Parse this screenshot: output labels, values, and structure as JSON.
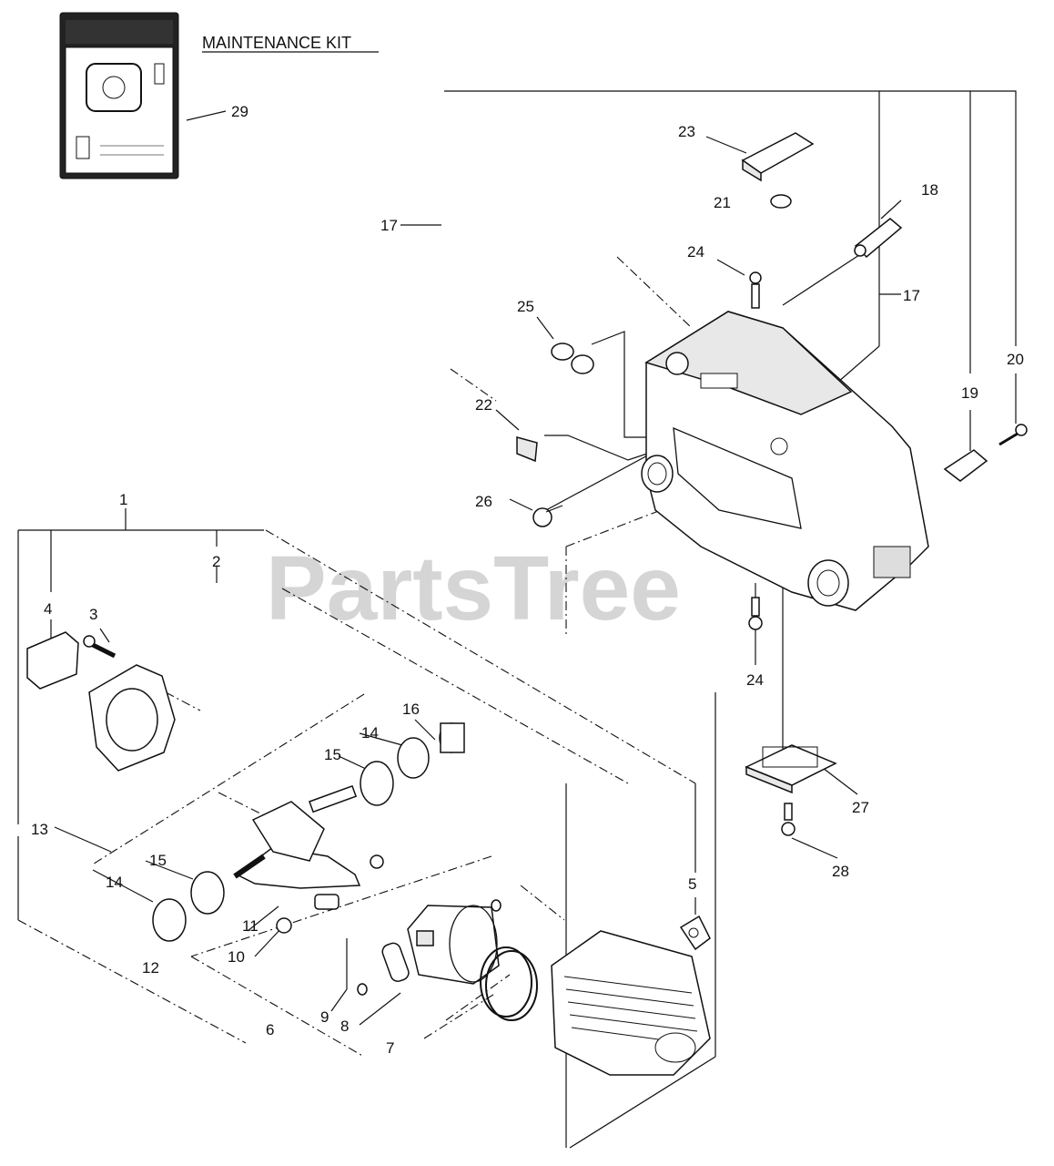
{
  "kit": {
    "title": "MAINTENANCE KIT"
  },
  "watermark": "PartsTree",
  "callouts": {
    "c1": "1",
    "c2": "2",
    "c3": "3",
    "c4": "4",
    "c5": "5",
    "c6": "6",
    "c7": "7",
    "c8": "8",
    "c9": "9",
    "c10": "10",
    "c11": "11",
    "c12": "12",
    "c13": "13",
    "c14a": "14",
    "c14b": "14",
    "c15a": "15",
    "c15b": "15",
    "c16": "16",
    "c17a": "17",
    "c17b": "17",
    "c18": "18",
    "c19": "19",
    "c20": "20",
    "c21": "21",
    "c22": "22",
    "c23": "23",
    "c24a": "24",
    "c24b": "24",
    "c25": "25",
    "c26": "26",
    "c27": "27",
    "c28": "28",
    "c29": "29"
  }
}
